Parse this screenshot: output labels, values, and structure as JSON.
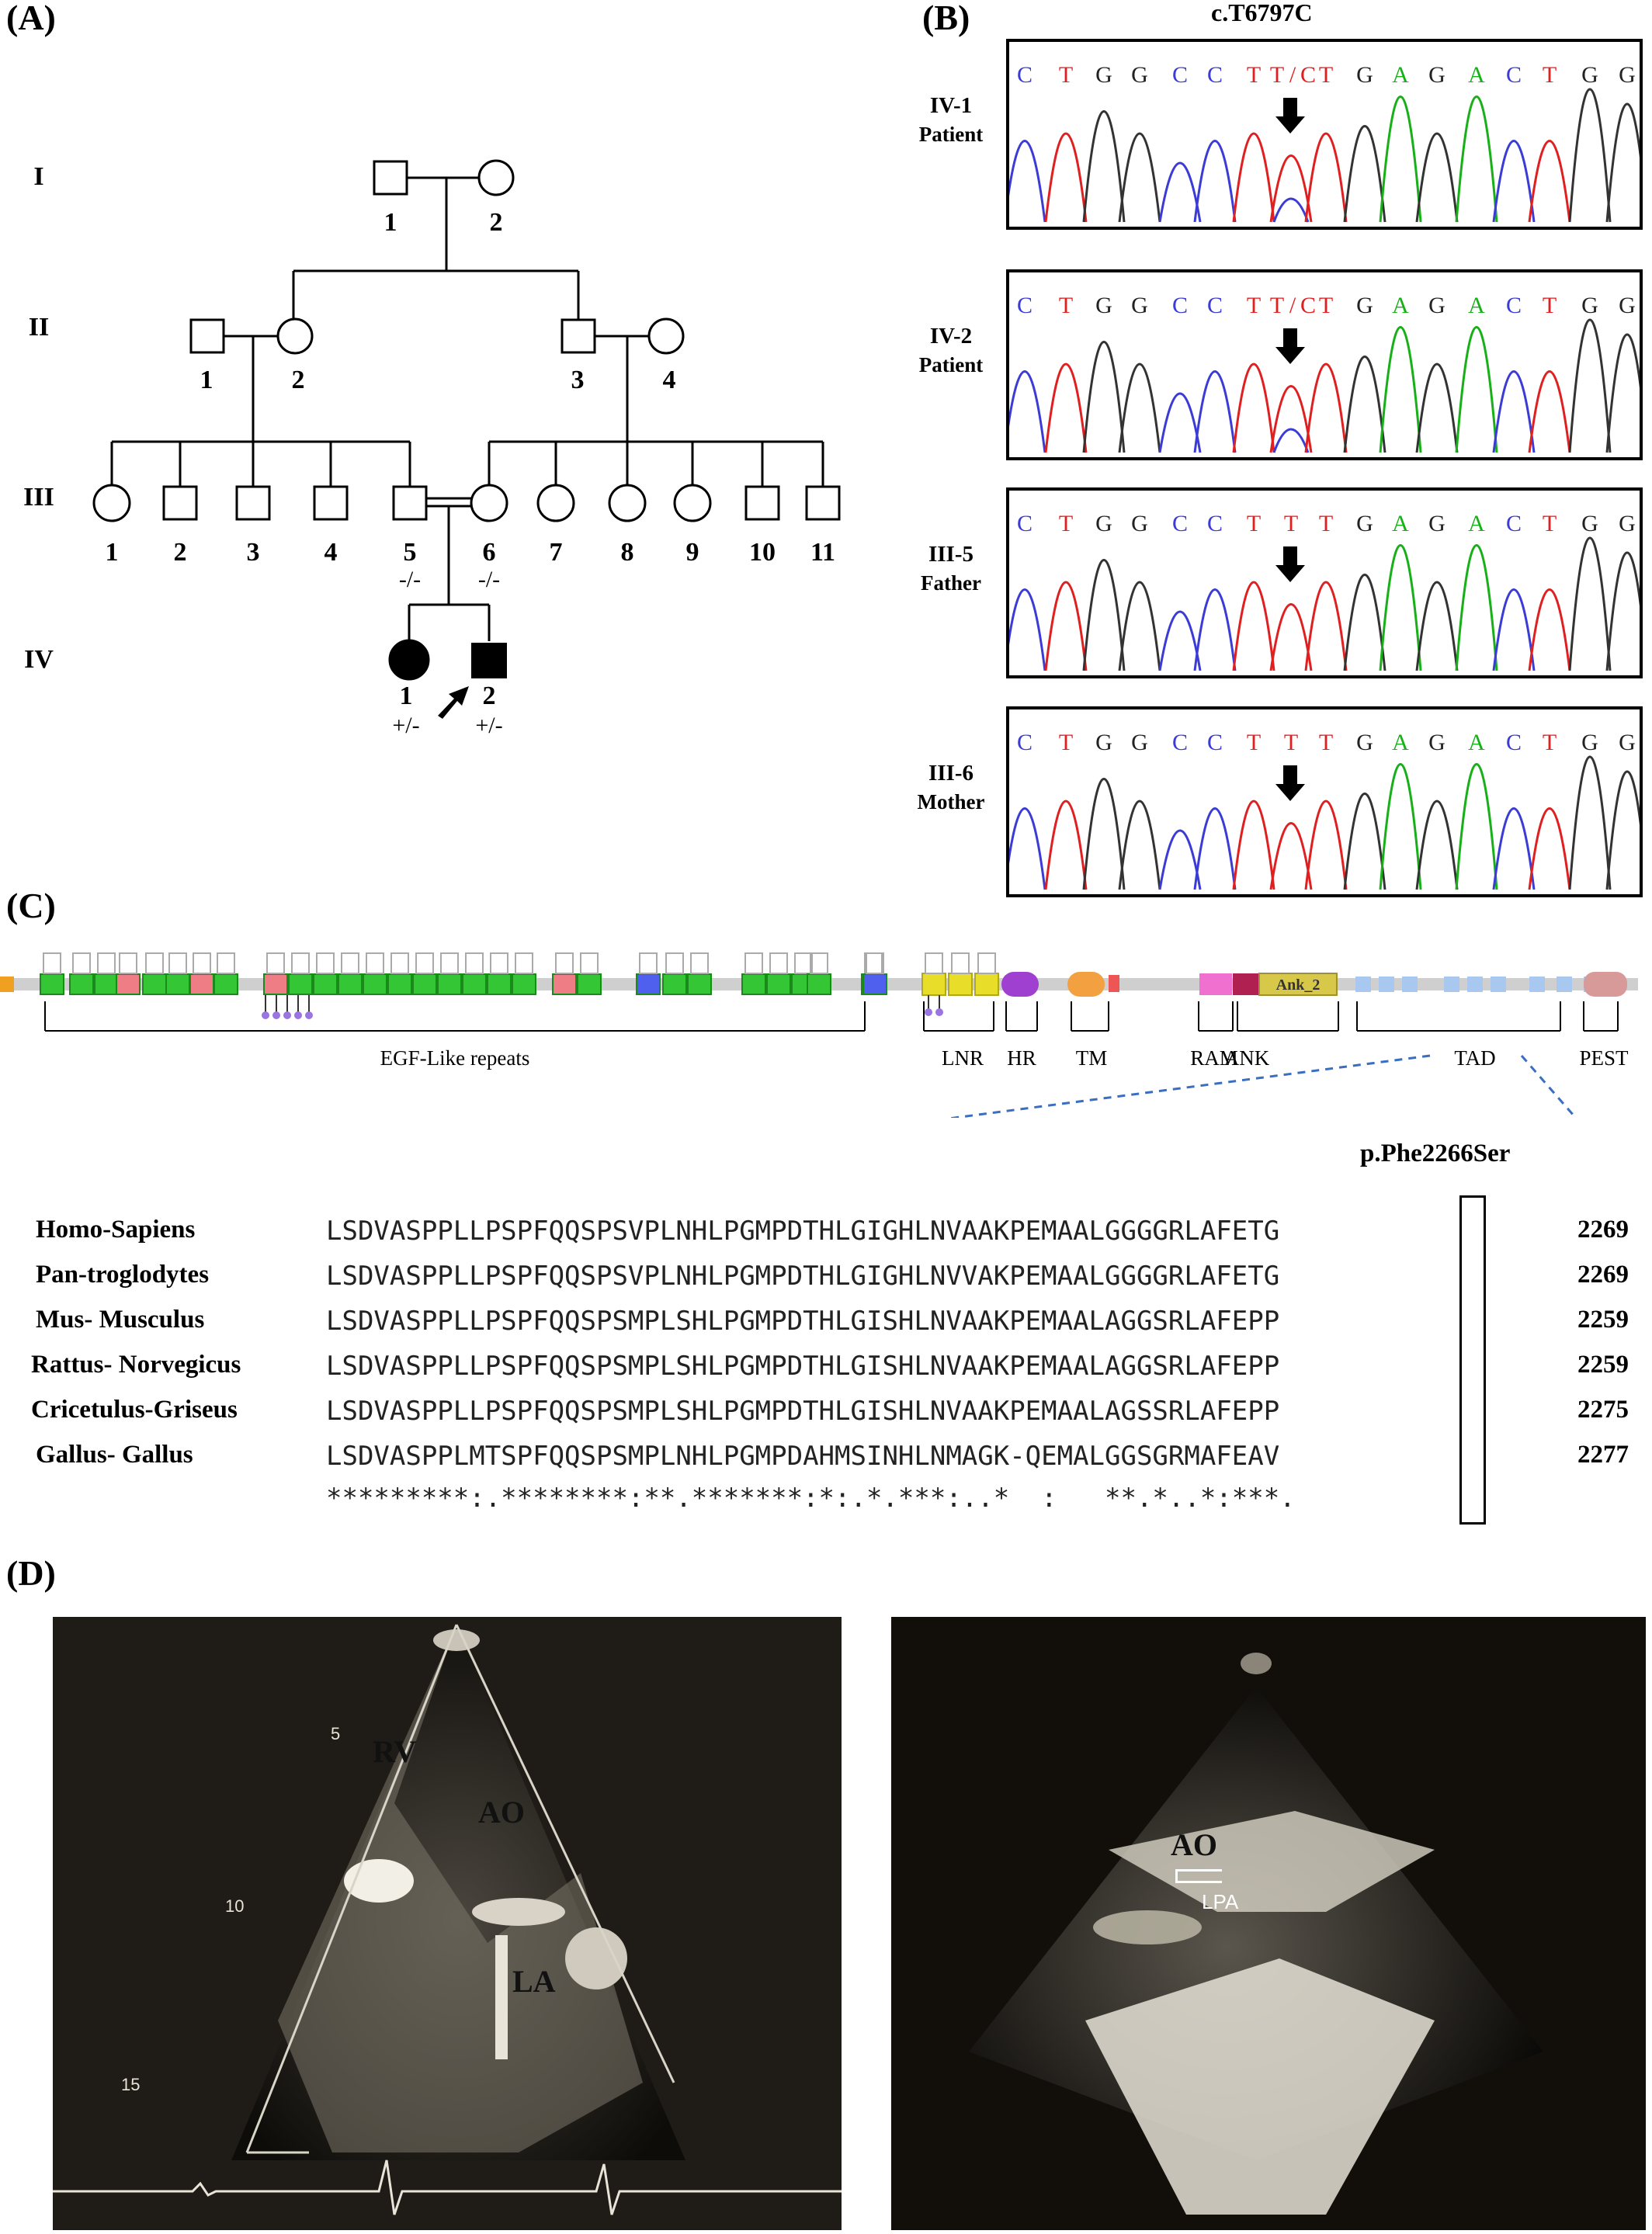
{
  "panels": {
    "A": "(A)",
    "B": "(B)",
    "C": "(C)",
    "D": "(D)"
  },
  "pedigree": {
    "generations": [
      "I",
      "II",
      "III",
      "IV"
    ],
    "gen1": [
      "1",
      "2"
    ],
    "gen2": [
      "1",
      "2",
      "3",
      "4"
    ],
    "gen3": [
      "1",
      "2",
      "3",
      "4",
      "5",
      "6",
      "7",
      "8",
      "9",
      "10",
      "11"
    ],
    "gen4": [
      "1",
      "2"
    ],
    "geno_III5": "-/-",
    "geno_III6": "-/-",
    "geno_IV1": "+/-",
    "geno_IV2": "+/-"
  },
  "chromatogram": {
    "mutation": "c.T6797C",
    "tracks": [
      {
        "id": "IV-1",
        "role": "Patient",
        "bases": [
          "C",
          "T",
          "G",
          "G",
          "C",
          "C",
          "T",
          "T/C",
          "T",
          "G",
          "A",
          "G",
          "A",
          "C",
          "T",
          "G",
          "G"
        ]
      },
      {
        "id": "IV-2",
        "role": "Patient",
        "bases": [
          "C",
          "T",
          "G",
          "G",
          "C",
          "C",
          "T",
          "T/C",
          "T",
          "G",
          "A",
          "G",
          "A",
          "C",
          "T",
          "G",
          "G"
        ]
      },
      {
        "id": "III-5",
        "role": "Father",
        "bases": [
          "C",
          "T",
          "G",
          "G",
          "C",
          "C",
          "T",
          "T",
          "T",
          "G",
          "A",
          "G",
          "A",
          "C",
          "T",
          "G",
          "G"
        ]
      },
      {
        "id": "III-6",
        "role": "Mother",
        "bases": [
          "C",
          "T",
          "G",
          "G",
          "C",
          "C",
          "T",
          "T",
          "T",
          "G",
          "A",
          "G",
          "A",
          "C",
          "T",
          "G",
          "G"
        ]
      }
    ],
    "colors": {
      "C": "#3b3bd6",
      "T": "#e02020",
      "G": "#222222",
      "A": "#18b018",
      "T/C": "#e02020"
    }
  },
  "domains": {
    "labels": [
      "EGF-Like repeats",
      "LNR",
      "HR",
      "TM",
      "RAM",
      "ANK",
      "TAD",
      "PEST"
    ],
    "ank_box": "Ank_2",
    "variant": "p.Phe2266Ser"
  },
  "alignment": {
    "rows": [
      {
        "species": "Homo-Sapiens",
        "seq": "LSDVASPPLLPSPFQQSPSVPLNHLPGMPDTHLGIGHLNVAAKPEMAALGGGGRLAFETG",
        "pos": "2269"
      },
      {
        "species": "Pan-troglodytes",
        "seq": "LSDVASPPLLPSPFQQSPSVPLNHLPGMPDTHLGIGHLNVVAKPEMAALGGGGRLAFETG",
        "pos": "2269"
      },
      {
        "species": "Mus- Musculus",
        "seq": "LSDVASPPLLPSPFQQSPSMPLSHLPGMPDTHLGISHLNVAAKPEMAALAGGSRLAFEPP",
        "pos": "2259"
      },
      {
        "species": "Rattus- Norvegicus",
        "seq": "LSDVASPPLLPSPFQQSPSMPLSHLPGMPDTHLGISHLNVAAKPEMAALAGGSRLAFEPP",
        "pos": "2259"
      },
      {
        "species": "Cricetulus-Griseus",
        "seq": "LSDVASPPLLPSPFQQSPSMPLSHLPGMPDTHLGISHLNVAAKPEMAALAGSSRLAFEPP",
        "pos": "2275"
      },
      {
        "species": "Gallus- Gallus",
        "seq": "LSDVASPPLMTSPFQQSPSMPLNHLPGMPDAHMSINHLNMAGK-QEMALGGSGRMAFEAV",
        "pos": "2277"
      }
    ],
    "consensus": "*********:.********:**.*******:*:.*.***:..*  :   **.*..*:***."
  },
  "echo": {
    "left_labels": [
      "RV",
      "AO",
      "LA"
    ],
    "left_ticks": [
      "5",
      "10",
      "15"
    ],
    "right_labels": [
      "AO",
      "LPA"
    ]
  }
}
